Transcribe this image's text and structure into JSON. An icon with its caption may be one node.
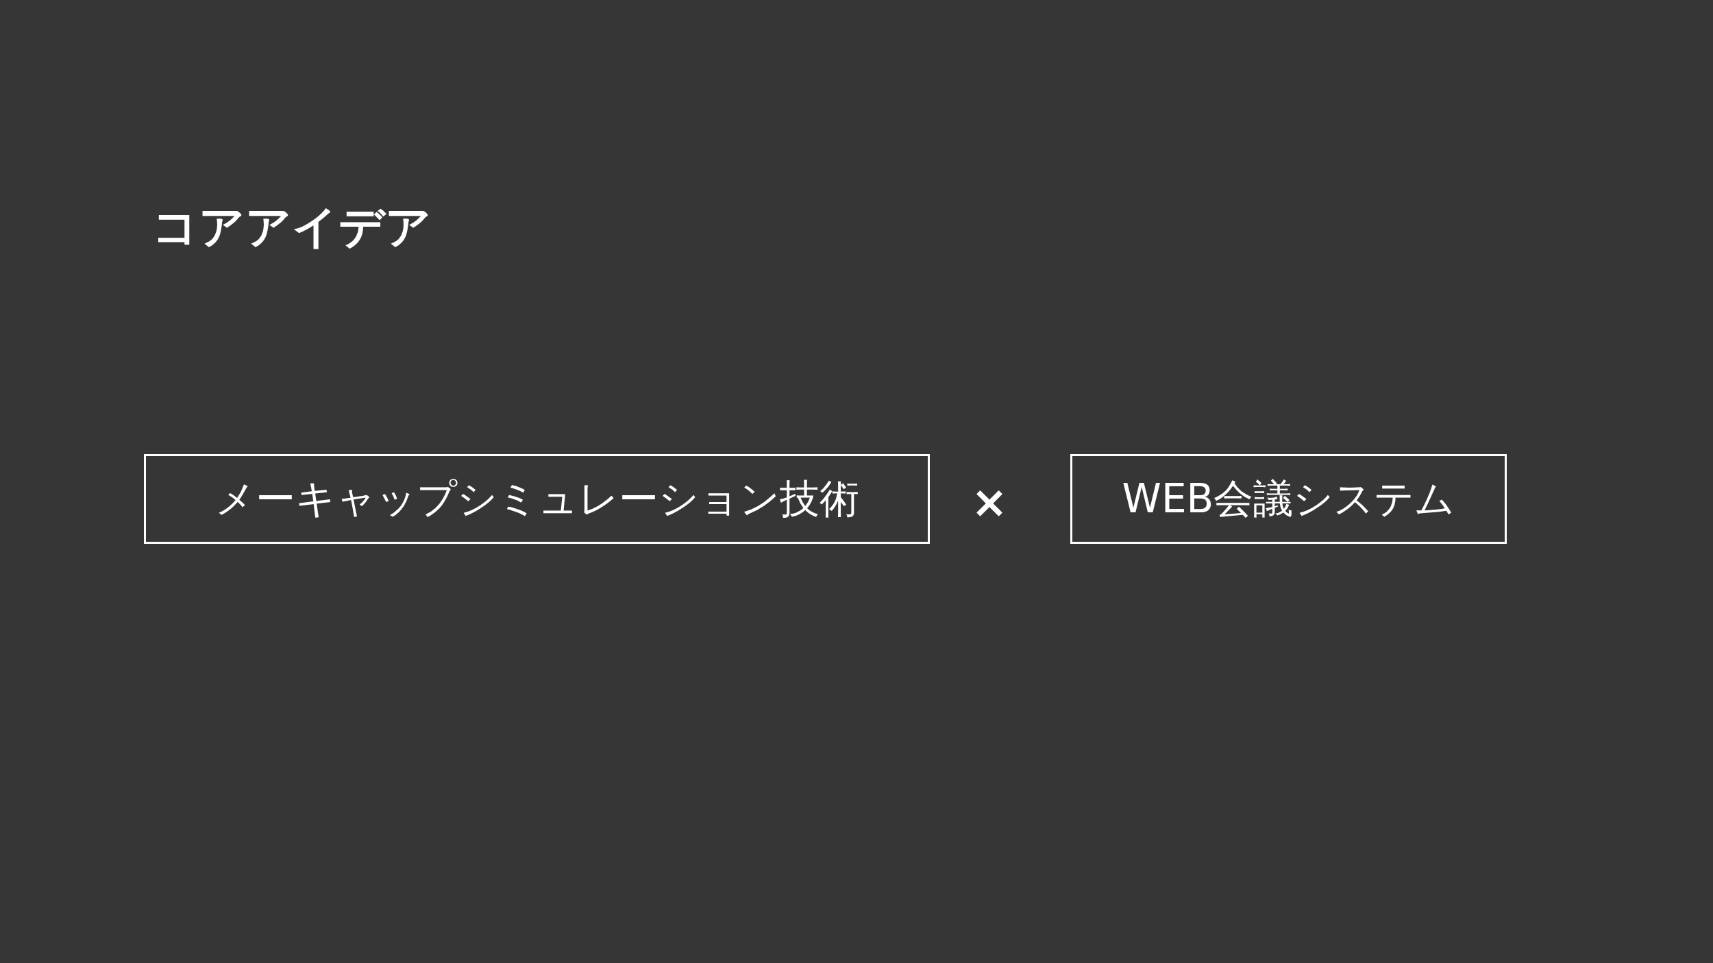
{
  "diagram": {
    "title": "コアアイデア",
    "nodes": [
      {
        "text": [
          "メーキャップシミュレーション技術"
        ]
      },
      {
        "text": [
          "WEB会議システム"
        ]
      }
    ],
    "labels": [
      "×"
    ]
  }
}
